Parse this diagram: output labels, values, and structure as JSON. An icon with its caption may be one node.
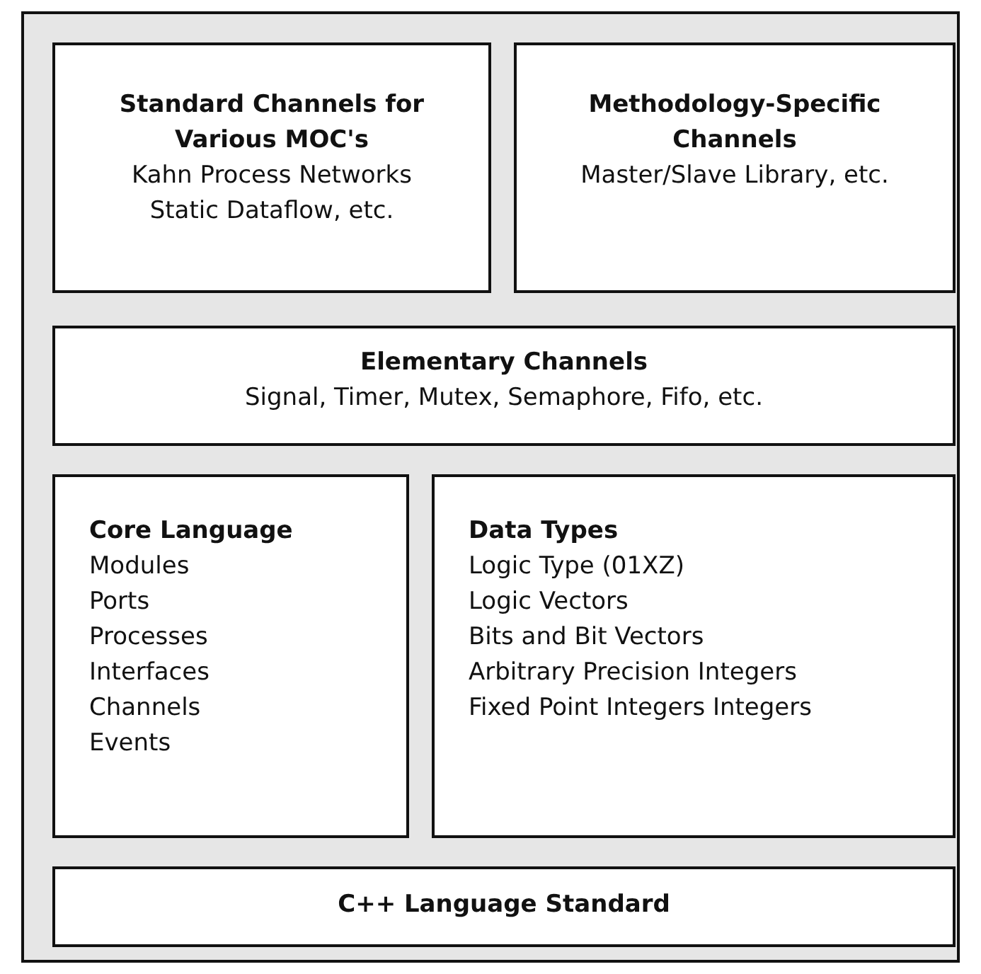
{
  "diagram": {
    "nodes": [
      {
        "text": [],
        "shape": "box"
      },
      {
        "text": [
          "Standard Channels for Various MOC's",
          "Kahn Process Networks",
          "Static Dataflow, etc."
        ],
        "in": 0
      },
      {
        "text": [
          "Methodology-Specific Channels",
          "Master/Slave Library, etc."
        ],
        "in": 0
      },
      {
        "text": [
          "Elementary Channels",
          "Signal, Timer, Mutex, Semaphore, Fifo, etc."
        ],
        "in": 0
      },
      {
        "text": [
          "Core Language",
          "Modules",
          "Ports",
          "Processes",
          "Interfaces",
          "Channels",
          "Events"
        ],
        "in": 0
      },
      {
        "text": [
          "Data Types",
          "Logic Type (01XZ)",
          "Logic Vectors",
          "Bits and Bit Vectors",
          "Arbitrary Precision Integers",
          "Fixed Point Integers Integers"
        ],
        "in": 0
      },
      {
        "text": [
          "C++ Language Standard"
        ],
        "in": 0
      }
    ],
    "edges": []
  }
}
